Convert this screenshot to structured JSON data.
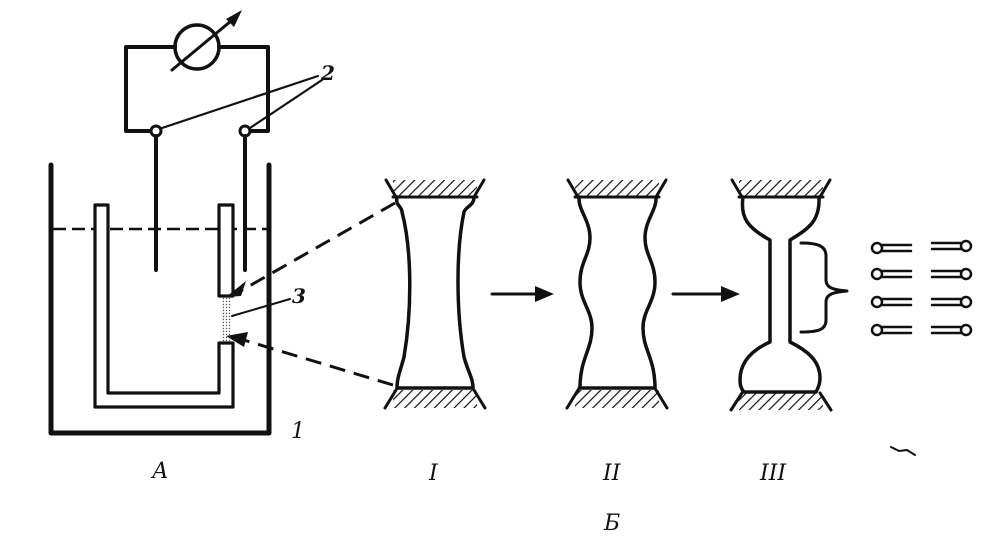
{
  "labels": {
    "callout_2": "2",
    "callout_3": "3",
    "callout_1": "1",
    "panel_a": "А",
    "stage_1": "I",
    "stage_2": "II",
    "stage_3": "III",
    "panel_b": "Б"
  },
  "colors": {
    "ink": "#111111",
    "background": "#ffffff"
  }
}
